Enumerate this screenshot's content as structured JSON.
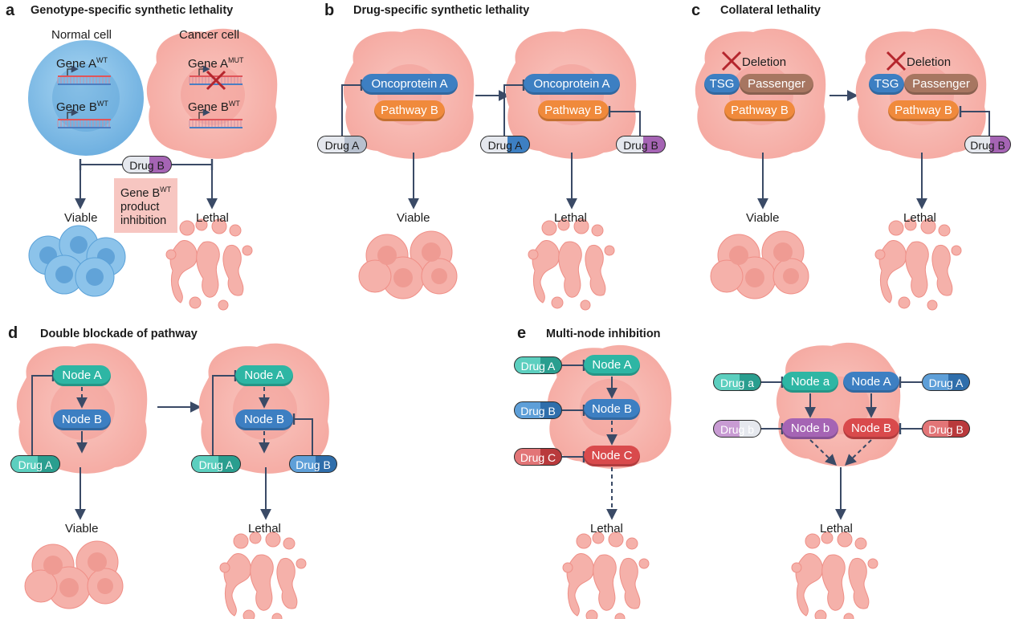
{
  "panels": {
    "a": {
      "letter": "a",
      "title": "Genotype-specific synthetic lethality",
      "normal_cell": "Normal cell",
      "cancer_cell": "Cancer cell",
      "gene_a": "Gene A",
      "gene_b": "Gene B",
      "sup_wt": "WT",
      "sup_mut": "MUT",
      "drug": "Drug B",
      "note_line1": "Gene B",
      "note_sup": "WT",
      "note_line2": "product",
      "note_line3": "inhibition",
      "viable": "Viable",
      "lethal": "Lethal"
    },
    "b": {
      "letter": "b",
      "title": "Drug-specific synthetic lethality",
      "oncoprotein": "Oncoprotein A",
      "pathway": "Pathway B",
      "drug_a": "Drug A",
      "drug_b": "Drug B",
      "viable": "Viable",
      "lethal": "Lethal"
    },
    "c": {
      "letter": "c",
      "title": "Collateral lethality",
      "deletion": "Deletion",
      "tsg": "TSG",
      "passenger": "Passenger",
      "pathway": "Pathway B",
      "drug_b": "Drug B",
      "viable": "Viable",
      "lethal": "Lethal"
    },
    "d": {
      "letter": "d",
      "title": "Double blockade of pathway",
      "node_a": "Node A",
      "node_b": "Node B",
      "drug_a": "Drug A",
      "drug_b": "Drug B",
      "viable": "Viable",
      "lethal": "Lethal"
    },
    "e": {
      "letter": "e",
      "title": "Multi-node inhibition",
      "node_a": "Node A",
      "node_b": "Node B",
      "node_c": "Node C",
      "drug_a": "Drug A",
      "drug_b": "Drug B",
      "drug_c": "Drug C",
      "node_a_lower": "Node a",
      "node_b_lower": "Node b",
      "drug_a_lower": "Drug a",
      "drug_b_lower": "Drug b",
      "lethal": "Lethal"
    }
  },
  "colors": {
    "cancer_cell": "#f7b5ae",
    "nucleus": "#f2a39c",
    "normal_cell": "#8cc3ea",
    "arrow": "#3a4a66",
    "blue": "#3d7fc2",
    "teal": "#2eb6a4",
    "orange": "#f08a3c",
    "brown": "#a77661",
    "red": "#d94a4c",
    "purple": "#a564b4",
    "cross": "#b5262d"
  }
}
